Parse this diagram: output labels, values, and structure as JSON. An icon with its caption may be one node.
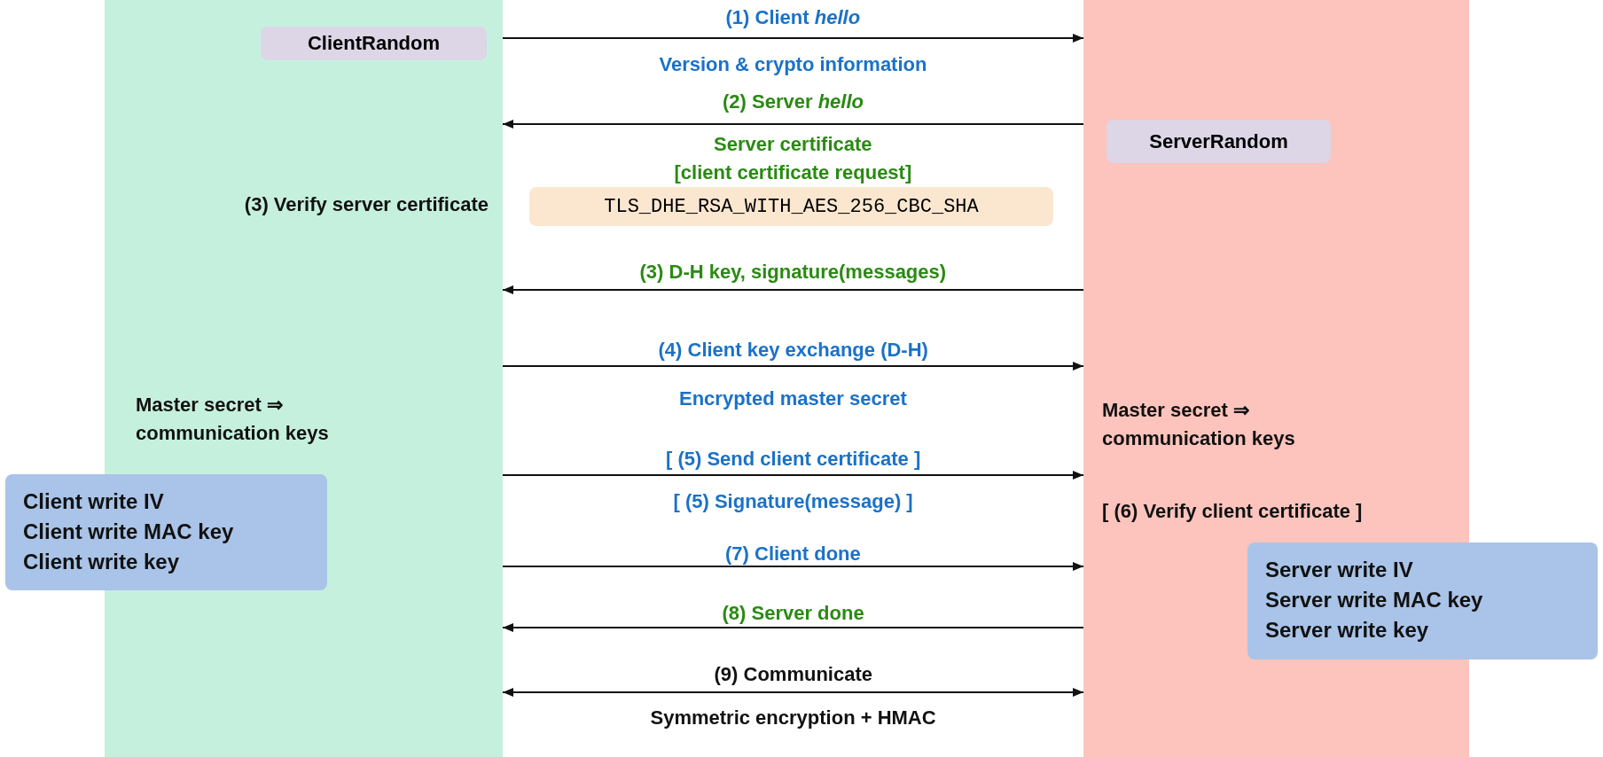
{
  "diagram": {
    "nodes": [
      {
        "text": [
          "(3) Verify server certificate",
          "Master secret ⇒ communication keys"
        ]
      },
      {
        "text": [
          "ClientRandom"
        ],
        "in": 0
      },
      {
        "text": [
          "Client write IV",
          "Client write MAC key",
          "Client write key"
        ]
      },
      {
        "text": [
          "TLS_DHE_RSA_WITH_AES_256_CBC_SHA"
        ]
      },
      {
        "text": [
          "Master secret ⇒ communication keys",
          "[ (6) Verify client certificate ]"
        ]
      },
      {
        "text": [
          "ServerRandom"
        ],
        "in": 4
      },
      {
        "text": [
          "Server write IV",
          "Server write MAC key",
          "Server write key"
        ]
      }
    ],
    "edges": [
      {
        "from": 0,
        "to": 4,
        "arrow": "to",
        "label": "(1) Client *hello*"
      },
      {
        "from": 4,
        "to": 0,
        "arrow": "to",
        "label": "(2) Server *hello*"
      },
      {
        "from": 4,
        "to": 0,
        "arrow": "to",
        "label": "(3) D-H key, signature(messages)"
      },
      {
        "from": 0,
        "to": 4,
        "arrow": "to",
        "label": "(4) Client key exchange (D-H)"
      },
      {
        "from": 0,
        "to": 4,
        "arrow": "to",
        "label": "[ (5) Send client certificate ]"
      },
      {
        "from": 0,
        "to": 4,
        "arrow": "to",
        "label": "(7) Client done"
      },
      {
        "from": 4,
        "to": 0,
        "arrow": "to",
        "label": "(8) Server done"
      },
      {
        "from": 0,
        "to": 4,
        "arrow": "both",
        "label": "(9) Communicate"
      }
    ],
    "labels": [
      "Version & crypto information",
      "Server certificate",
      "[client certificate request]",
      "Encrypted master secret",
      "[ (5) Signature(message) ]",
      "Symmetric encryption + HMAC"
    ]
  }
}
